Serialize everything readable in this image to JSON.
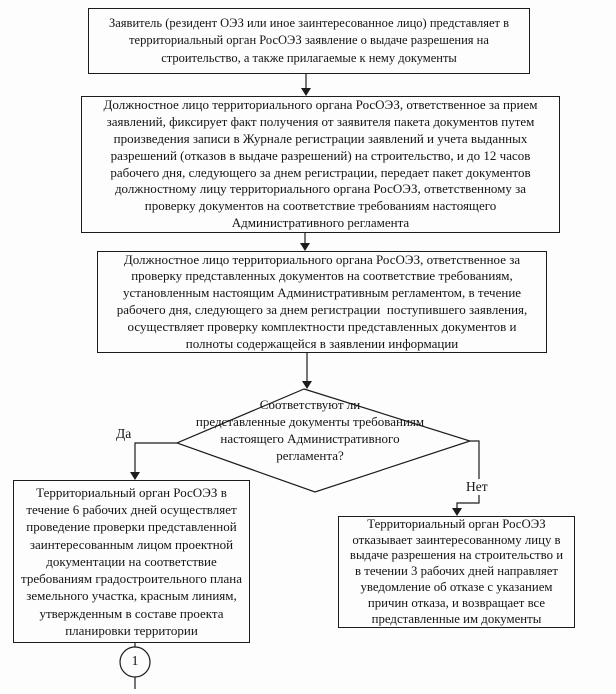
{
  "flowchart": {
    "colors": {
      "line": "#1c1c1c",
      "background": "#fdfdfd",
      "text": "#141414"
    },
    "nodes": {
      "start": {
        "text": "Заявитель (резидент ОЭЗ или иное заинтересованное лицо) представляет в\nтерриториальный орган РосОЭЗ заявление о выдаче разрешения на\nстроительство, а также прилагаемые к нему документы"
      },
      "register": {
        "text": "Должностное лицо территориального органа РосОЭЗ, ответственное за прием\nзаявлений, фиксирует факт получения от заявителя пакета документов путем\nпроизведения записи в Журнале регистрации заявлений и учета выданных\nразрешений (отказов в выдаче разрешений) на строительство, и до 12 часов\nрабочего дня, следующего за днем регистрации, передает пакет документов\nдолжностному лицу территориального органа РосОЭЗ, ответственному за\nпроверку документов на соответствие требованиям настоящего\nАдминистративного регламента"
      },
      "completeness_check": {
        "text": "Должностное лицо территориального органа РосОЭЗ, ответственное за\nпроверку представленных документов на соответствие требованиям,\nустановленным настоящим Административным регламентом, в течение\nрабочего дня, следующего за днем регистрации  поступившего заявления,\nосуществляет проверку комплектности представленных документов и\nполноты содержащейся в заявлении информации"
      },
      "decision": {
        "text": "Соответствуют ли\nпредставленные документы требованиям\nнастоящего Административного\nрегламента?"
      },
      "approve": {
        "text": "Территориальный орган РосОЭЗ в\nтечение 6 рабочих дней осуществляет\nпроведение проверки представленной\nзаинтересованным лицом проектной\nдокументации на соответствие\nтребованиям градостроительного плана\nземельного участка, красным линиям,\nутвержденным в составе проекта\nпланировки территории"
      },
      "refuse": {
        "text": "Территориальный орган РосОЭЗ\nотказывает заинтересованному лицу в\nвыдаче разрешения на строительство и\nв течении 3 рабочих дней направляет\nуведомление об отказе с указанием\nпричин отказа, и возвращает все\nпредставленные им документы"
      }
    },
    "branch_labels": {
      "yes": "Да",
      "no": "Нет"
    },
    "offpage_connector": {
      "label": "1"
    }
  }
}
